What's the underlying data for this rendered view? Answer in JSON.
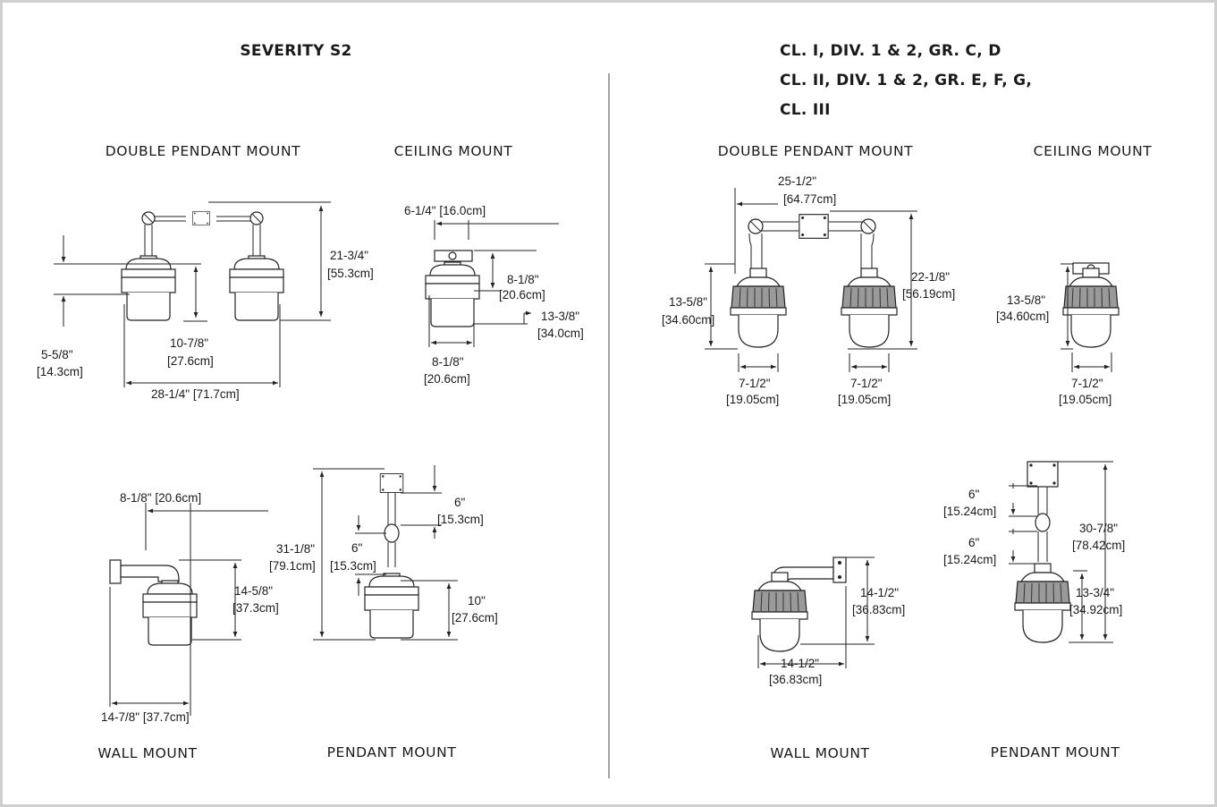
{
  "left_section": {
    "header": "SEVERITY S2",
    "titles": {
      "double_pendant": "DOUBLE PENDANT MOUNT",
      "ceiling": "CEILING MOUNT",
      "wall": "WALL MOUNT",
      "pendant": "PENDANT MOUNT"
    },
    "dims": {
      "dp_height_a": "21-3/4\"",
      "dp_height_b": "[55.3cm]",
      "dp_side_a": "5-5/8\"",
      "dp_side_b": "[14.3cm]",
      "dp_body_a": "10-7/8\"",
      "dp_body_b": "[27.6cm]",
      "dp_width": "28-1/4\" [71.7cm]",
      "cm_top": "6-1/4\" [16.0cm]",
      "cm_body_a": "8-1/8\"",
      "cm_body_b": "[20.6cm]",
      "cm_height_a": "13-3/8\"",
      "cm_height_b": "[34.0cm]",
      "cm_width_a": "8-1/8\"",
      "cm_width_b": "[20.6cm]",
      "wm_top": "8-1/8\" [20.6cm]",
      "wm_height_a": "14-5/8\"",
      "wm_height_b": "[37.3cm]",
      "wm_width": "14-7/8\" [37.7cm]",
      "pm_total_a": "31-1/8\"",
      "pm_total_b": "[79.1cm]",
      "pm_upper_a": "6\"",
      "pm_upper_b": "[15.3cm]",
      "pm_lower_a": "6\"",
      "pm_lower_b": "[15.3cm]",
      "pm_body_a": "10\"",
      "pm_body_b": "[27.6cm]"
    }
  },
  "right_section": {
    "header_lines": [
      "CL. I, DIV. 1 & 2, GR. C, D",
      "CL. II, DIV. 1 & 2, GR. E, F, G,",
      "CL. III"
    ],
    "titles": {
      "double_pendant": "DOUBLE PENDANT MOUNT",
      "ceiling": "CEILING MOUNT",
      "wall": "WALL MOUNT",
      "pendant": "PENDANT MOUNT"
    },
    "dims": {
      "dp_top_a": "25-1/2\"",
      "dp_top_b": "[64.77cm]",
      "dp_left_a": "13-5/8\"",
      "dp_left_b": "[34.60cm]",
      "dp_right_a": "22-1/8\"",
      "dp_right_b": "[56.19cm]",
      "dp_w1_a": "7-1/2\"",
      "dp_w1_b": "[19.05cm]",
      "dp_w2_a": "7-1/2\"",
      "dp_w2_b": "[19.05cm]",
      "cm_height_a": "13-5/8\"",
      "cm_height_b": "[34.60cm]",
      "cm_width_a": "7-1/2\"",
      "cm_width_b": "[19.05cm]",
      "wm_height_a": "14-1/2\"",
      "wm_height_b": "[36.83cm]",
      "wm_width_a": "14-1/2\"",
      "wm_width_b": "[36.83cm]",
      "pm_upper_a": "6\"",
      "pm_upper_b": "[15.24cm]",
      "pm_lower_a": "6\"",
      "pm_lower_b": "[15.24cm]",
      "pm_total_a": "30-7/8\"",
      "pm_total_b": "[78.42cm]",
      "pm_body_a": "13-3/4\"",
      "pm_body_b": "[34.92cm]"
    }
  }
}
